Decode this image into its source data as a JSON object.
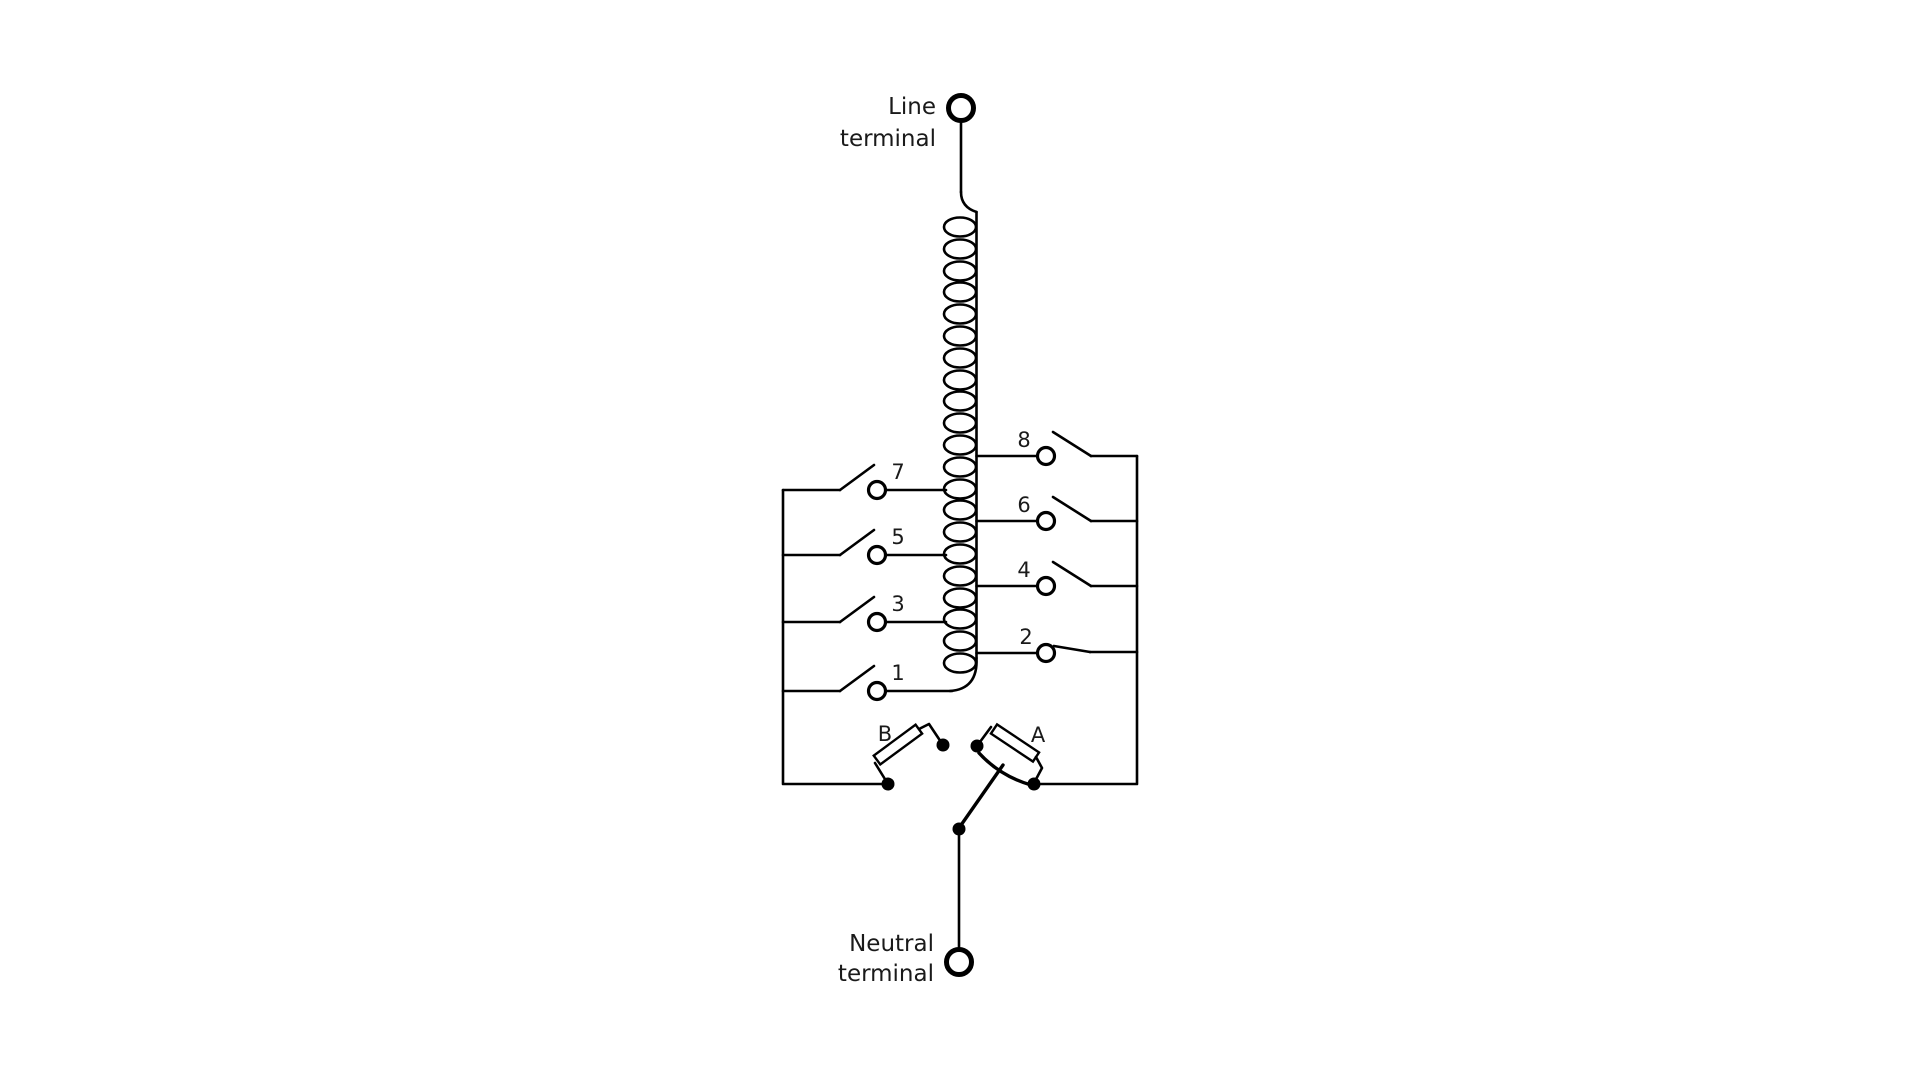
{
  "colors": {
    "background": "#ffffff",
    "ink": "#000000"
  },
  "terminals": {
    "line": {
      "word1": "Line",
      "word2": "terminal"
    },
    "neutral": {
      "word1": "Neutral",
      "word2": "terminal"
    }
  },
  "switches": [
    {
      "label": "1",
      "side": "left",
      "state": "open"
    },
    {
      "label": "2",
      "side": "right",
      "state": "closed"
    },
    {
      "label": "3",
      "side": "left",
      "state": "open"
    },
    {
      "label": "4",
      "side": "right",
      "state": "open"
    },
    {
      "label": "5",
      "side": "left",
      "state": "open"
    },
    {
      "label": "6",
      "side": "right",
      "state": "open"
    },
    {
      "label": "7",
      "side": "left",
      "state": "open"
    },
    {
      "label": "8",
      "side": "right",
      "state": "open"
    }
  ],
  "resistors": [
    {
      "label": "B"
    },
    {
      "label": "A"
    }
  ],
  "winding": {
    "turns": 21
  }
}
